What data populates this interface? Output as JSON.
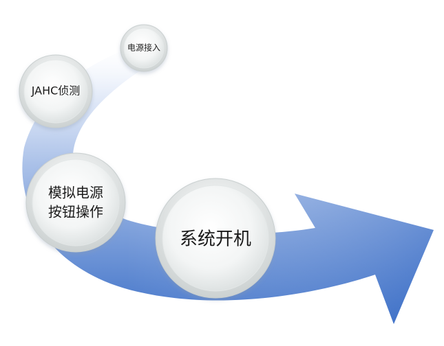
{
  "diagram": {
    "steps": [
      {
        "label": "电源接入"
      },
      {
        "label": "JAHC侦测"
      },
      {
        "label_line1": "模拟电源",
        "label_line2": "按钮操作"
      },
      {
        "label": "系统开机"
      }
    ],
    "colors": {
      "arrow_light": "#eef2fa",
      "arrow_mid": "#9db4e2",
      "arrow_dark": "#3f72c9",
      "node_fill": "#f4f6f6",
      "node_ring": "#d7dcdc"
    }
  }
}
